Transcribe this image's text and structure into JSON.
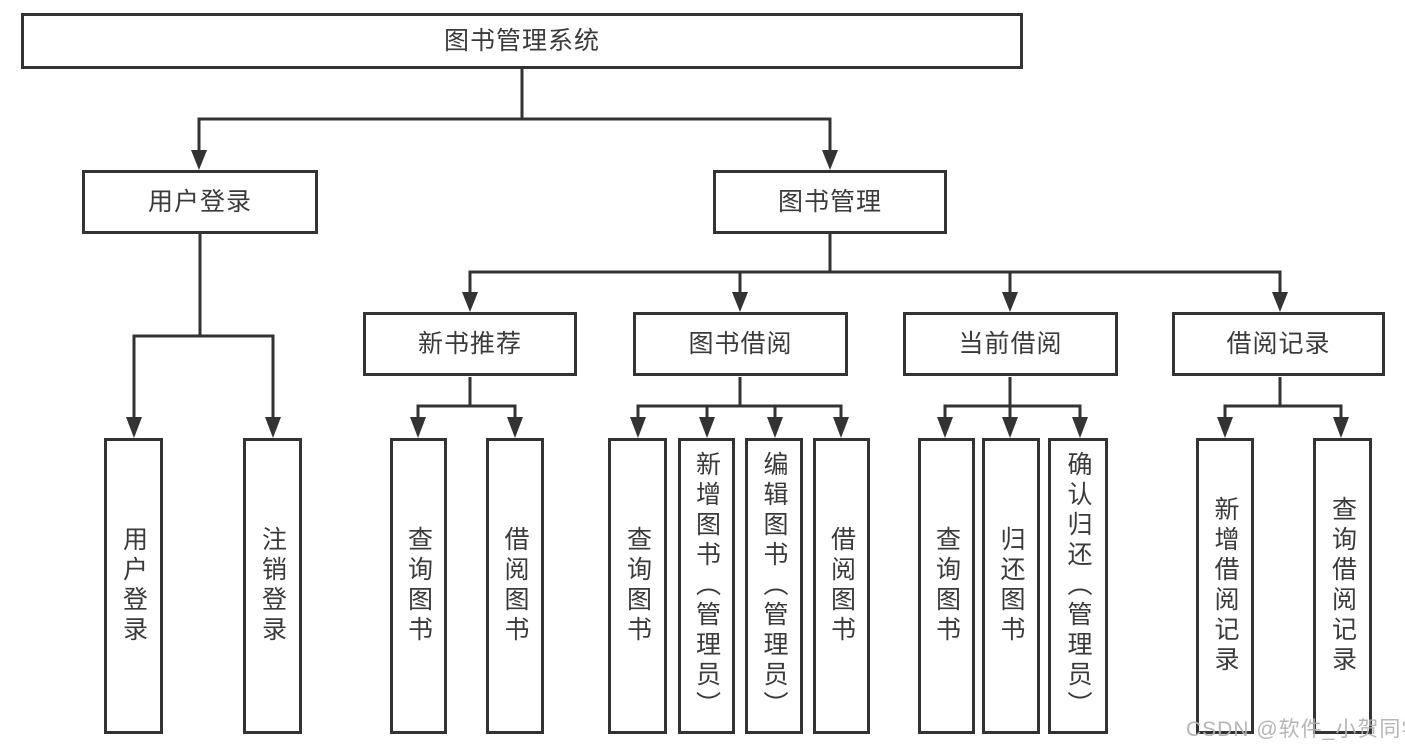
{
  "diagram_title": "图书管理系统",
  "nodes": {
    "root": "图书管理系统",
    "level2": {
      "user_login": "用户登录",
      "book_management": "图书管理"
    },
    "level3": {
      "new_book_recommend": "新书推荐",
      "book_borrow": "图书借阅",
      "current_borrow": "当前借阅",
      "borrow_records": "借阅记录"
    },
    "leaves": {
      "user_login": "用户登录",
      "logout": "注销登录",
      "query_books_1": "查询图书",
      "borrow_books_1": "借阅图书",
      "query_books_2": "查询图书",
      "add_book_admin": "新增图书（管理员）",
      "edit_book_admin": "编辑图书（管理员）",
      "borrow_books_2": "借阅图书",
      "query_books_3": "查询图书",
      "return_book": "归还图书",
      "confirm_return_admin": "确认归还（管理员）",
      "add_borrow_record": "新增借阅记录",
      "query_borrow_record": "查询借阅记录"
    }
  },
  "watermark": "CSDN @软件_小贺同学",
  "colors": {
    "line": "#333333",
    "box_border": "#333333",
    "text": "#3a3a3a",
    "background": "#ffffff",
    "watermark": "#b2b2b2"
  }
}
